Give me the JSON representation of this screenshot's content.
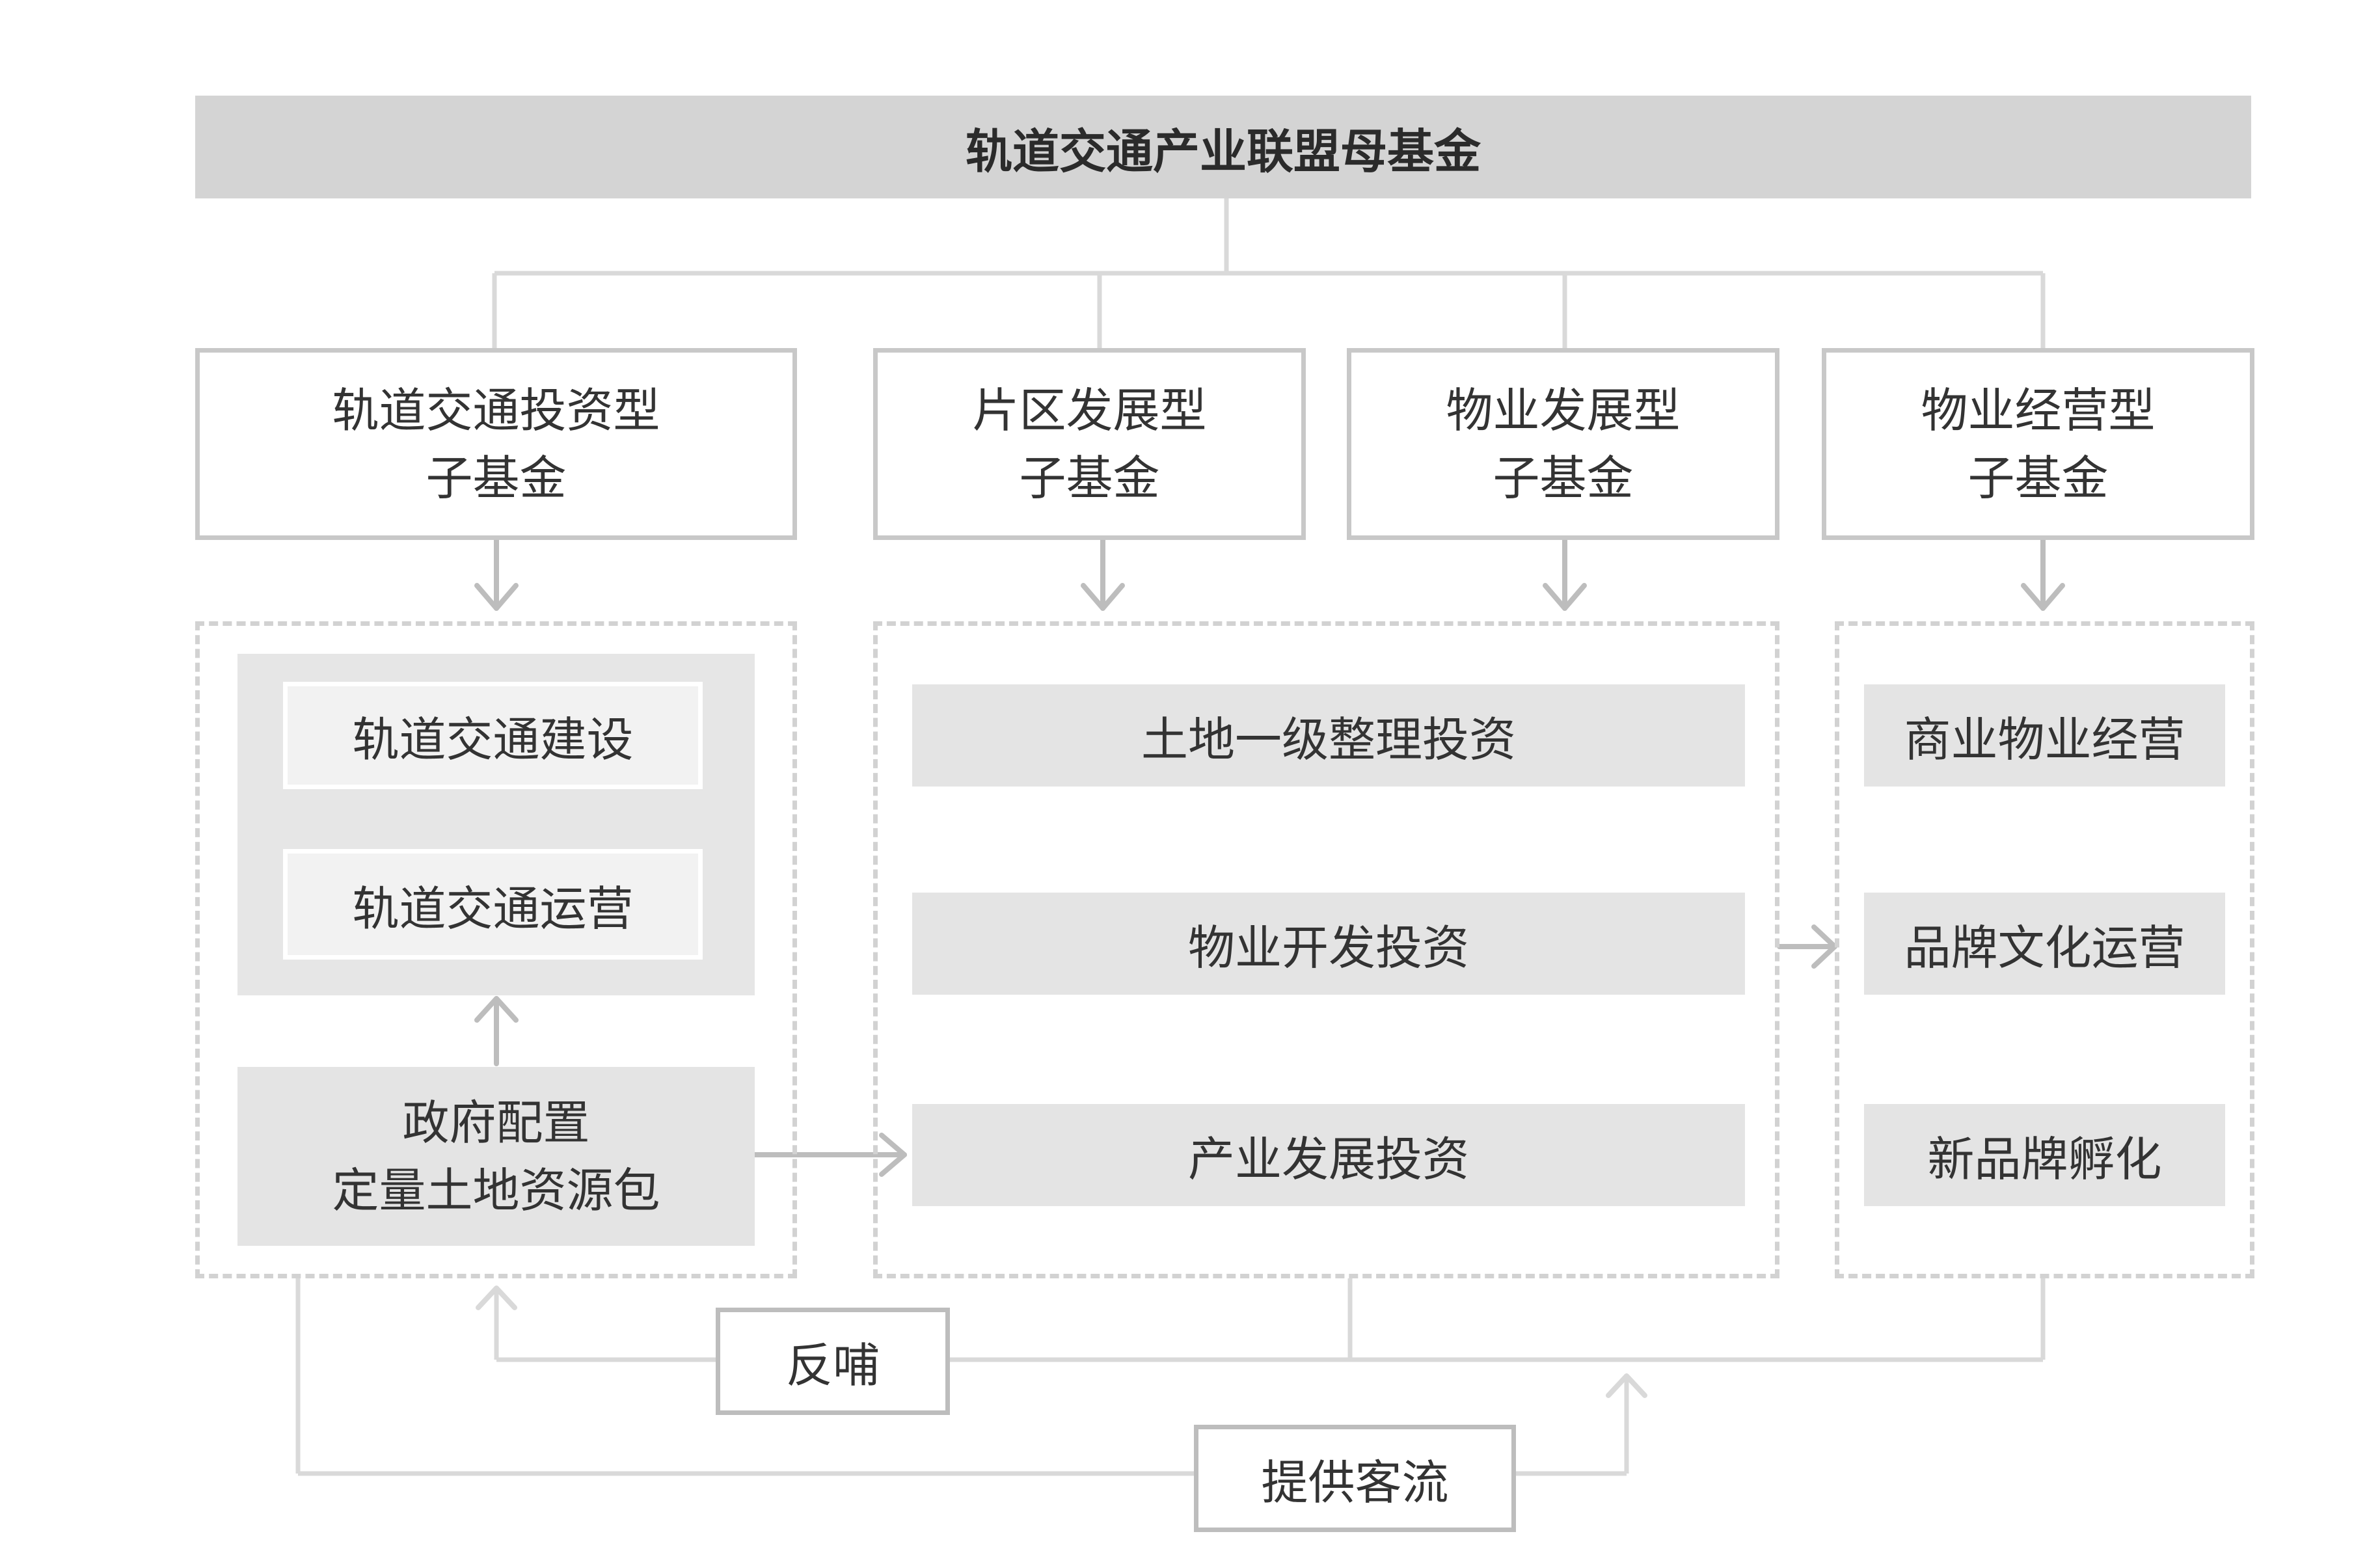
{
  "title": "轨道交通产业联盟母基金",
  "funds": [
    "轨道交通投资型\n子基金",
    "片区发展型\n子基金",
    "物业发展型\n子基金",
    "物业经营型\n子基金"
  ],
  "left_group": {
    "inner_top": "轨道交通建设",
    "inner_bottom": "轨道交通运营",
    "gov": "政府配置\n定量土地资源包"
  },
  "middle_group": [
    "土地一级整理投资",
    "物业开发投资",
    "产业发展投资"
  ],
  "right_group": [
    "商业物业经营",
    "品牌文化运营",
    "新品牌孵化"
  ],
  "bottom_labels": {
    "feedback": "反哺",
    "traffic": "提供客流"
  }
}
